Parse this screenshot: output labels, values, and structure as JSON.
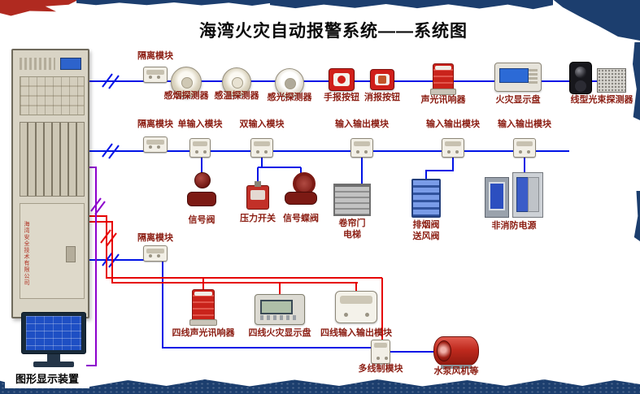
{
  "title": "海湾火灾自动报警系统——系统图",
  "cabinet": {
    "company_vertical": "海湾安全技术有限公司"
  },
  "graphic_display": {
    "label": "图形显示装置"
  },
  "row1": {
    "isolator_label": "隔离模块",
    "items": [
      {
        "label": "感烟探测器"
      },
      {
        "label": "感温探测器"
      },
      {
        "label": "感光探测器"
      },
      {
        "label": "手报按钮"
      },
      {
        "label": "消报按钮"
      },
      {
        "label": "声光讯响器"
      },
      {
        "label": "火灾显示盘"
      },
      {
        "label": "线型光束探测器"
      }
    ]
  },
  "row2": {
    "isolator_label": "隔离模块",
    "modules": [
      {
        "label": "单输入模块"
      },
      {
        "label": "双输入模块"
      },
      {
        "label": "输入输出模块"
      },
      {
        "label": "输入输出模块"
      },
      {
        "label": "输入输出模块"
      }
    ],
    "devices": [
      {
        "label": "信号阀"
      },
      {
        "label": "压力开关"
      },
      {
        "label": "信号蝶阀"
      },
      {
        "label": "卷帘门",
        "label2": "电梯"
      },
      {
        "label": "排烟阀",
        "label2": "送风阀"
      },
      {
        "label": "非消防电源"
      }
    ]
  },
  "row3": {
    "isolator_label": "隔离模块"
  },
  "row4": {
    "items": [
      {
        "label": "四线声光讯响器"
      },
      {
        "label": "四线火灾显示盘"
      },
      {
        "label": "四线输入输出模块"
      },
      {
        "label": "多线制模块"
      },
      {
        "label": "水泵风机等"
      }
    ]
  },
  "colors": {
    "wire_blue": "#0013e6",
    "wire_red": "#e60000",
    "wire_purple": "#8c00cc",
    "label_red": "#8b1d12",
    "edge_navy": "#1c3e6e",
    "edge_red": "#b02a20"
  }
}
